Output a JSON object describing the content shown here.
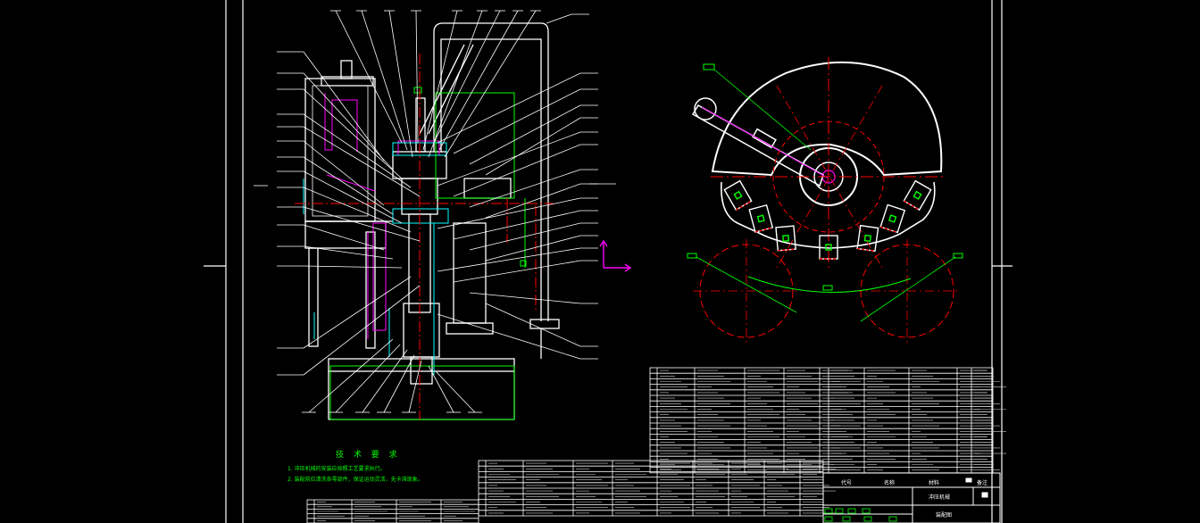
{
  "drawing": {
    "tech_requirements": {
      "title": "技 术 要 求",
      "notes": [
        "1. 冲压机械的安装应按照工艺要求执行。",
        "2. 装配前应清洗各零部件，保证运动灵活，无卡滞现象。"
      ]
    },
    "title_block": {
      "col1": "代号",
      "col2": "名称",
      "col3": "材料",
      "col4": "备注",
      "drawing_name": "装配图",
      "drawing_sub": "冲压机械"
    },
    "colors": {
      "frame": "#ffffff",
      "parts": "#ffffff",
      "centerline": "#ff0000",
      "hatching": "#ff00ff",
      "hidden": "#00ffff",
      "leader": "#ffffff",
      "annotation": "#00ff00",
      "ucs": "#ff00ff"
    }
  }
}
